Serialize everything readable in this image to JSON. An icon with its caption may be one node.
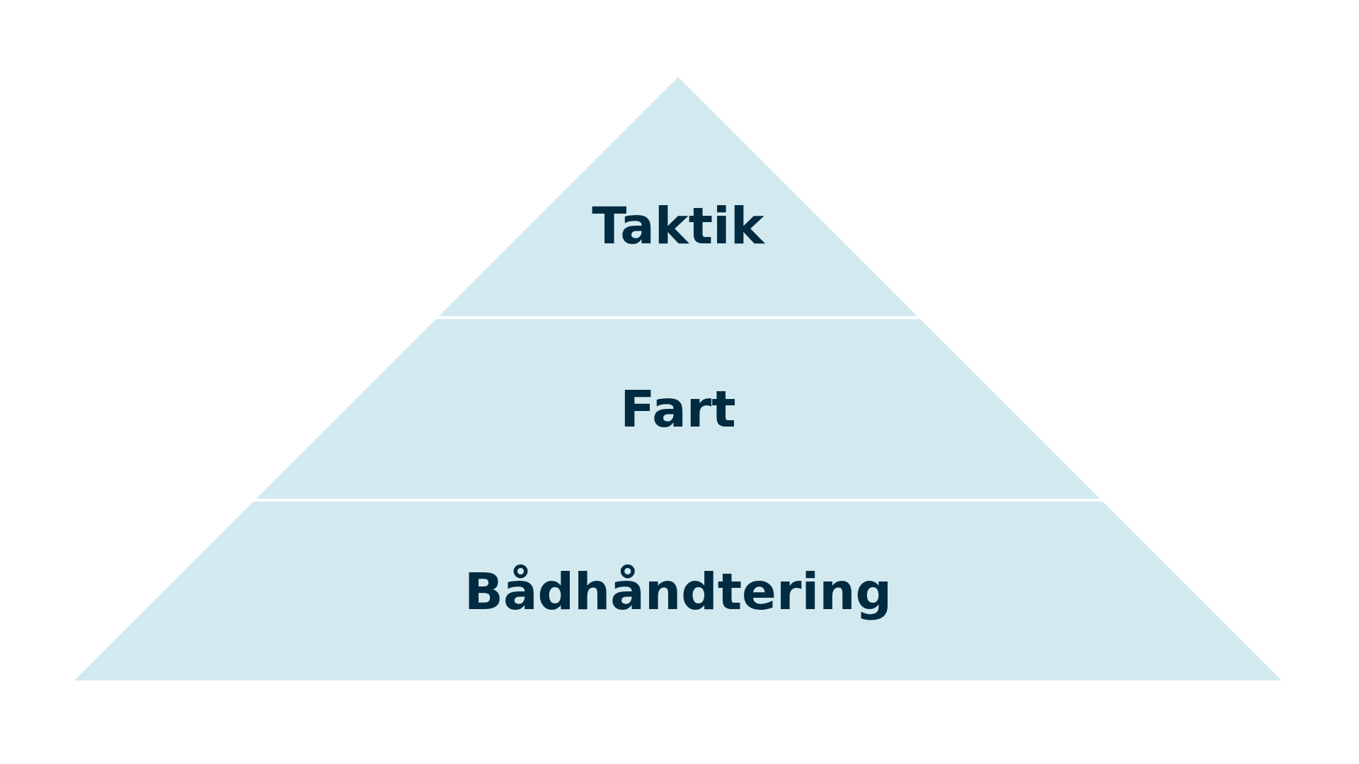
{
  "diagram": {
    "nodes": [
      {
        "text": [
          "Taktik"
        ]
      },
      {
        "text": [
          "Fart"
        ]
      },
      {
        "text": [
          "Bådhåndtering"
        ]
      }
    ]
  }
}
